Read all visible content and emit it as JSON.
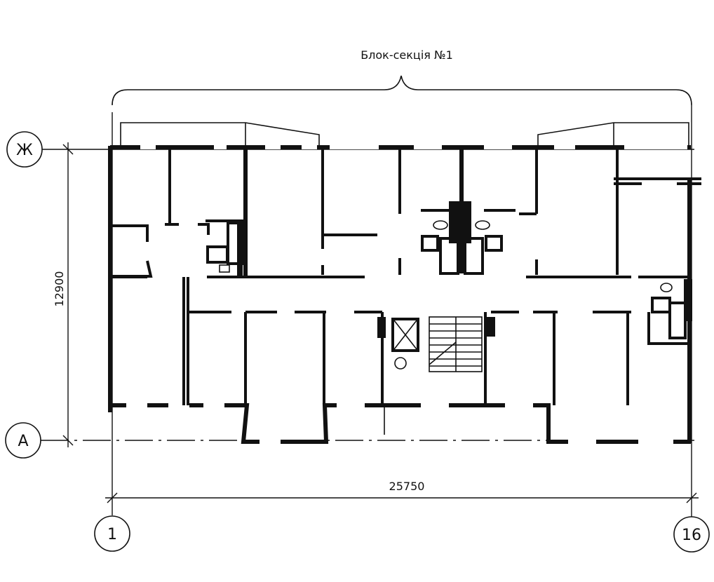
{
  "title": "Блок-секція №1",
  "dimensions": {
    "height": "12900",
    "width": "25750"
  },
  "axes": {
    "top": "Ж",
    "bottom": "А",
    "left": "1",
    "right": "16"
  }
}
